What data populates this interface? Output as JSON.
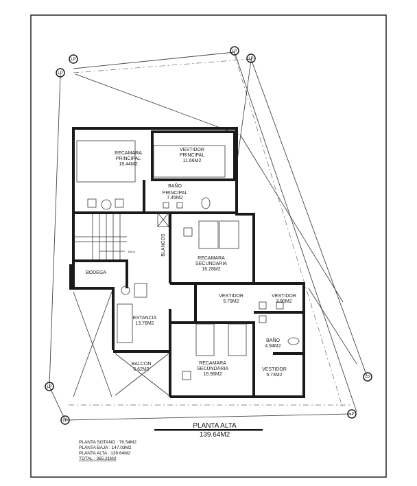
{
  "plan": {
    "title": "PLANTA ALTA",
    "area": "139.64M2",
    "rooms": {
      "recamara_principal": {
        "name1": "RECAMARA",
        "name2": "PRINCIPAL",
        "area": "18.44M2"
      },
      "vestidor_principal": {
        "name1": "VESTIDOR",
        "name2": "PRINCIPAL",
        "area": "11.66M2"
      },
      "bano_principal": {
        "name1": "BAÑO",
        "name2": "PRINCIPAL",
        "area": "7.45M2"
      },
      "recamara_secundaria_1": {
        "name1": "RECAMARA",
        "name2": "SECUNDARIA",
        "area": "16.28M2"
      },
      "bodega": {
        "name1": "BODEGA"
      },
      "blancos": {
        "name1": "BLANCOS"
      },
      "baja": {
        "name1": "BAJA"
      },
      "vestidor_1": {
        "name1": "VESTIDOR",
        "area": "5.79M2"
      },
      "vestidor_2": {
        "name1": "VESTIDOR",
        "area": "3.90M2"
      },
      "estancia": {
        "name1": "ESTANCIA",
        "area": "13.76M2"
      },
      "bano_2": {
        "name1": "BAÑO",
        "area": "4.94M2"
      },
      "balcon": {
        "name1": "BALCON",
        "area": "6.62M2"
      },
      "recamara_secundaria_2": {
        "name1": "RECAMARA",
        "name2": "SECUNDARIA",
        "area": "16.96M2"
      },
      "vestidor_3": {
        "name1": "VESTIDOR",
        "area": "5.73M2"
      }
    },
    "marker_label": "LP",
    "totals": [
      "PLANTA SOTANO : 78.54M2",
      "PLANTA BAJA : 147.03M2",
      "PLANTA ALTA : 139.64M2",
      "TOTAL : 365.21M2"
    ]
  }
}
